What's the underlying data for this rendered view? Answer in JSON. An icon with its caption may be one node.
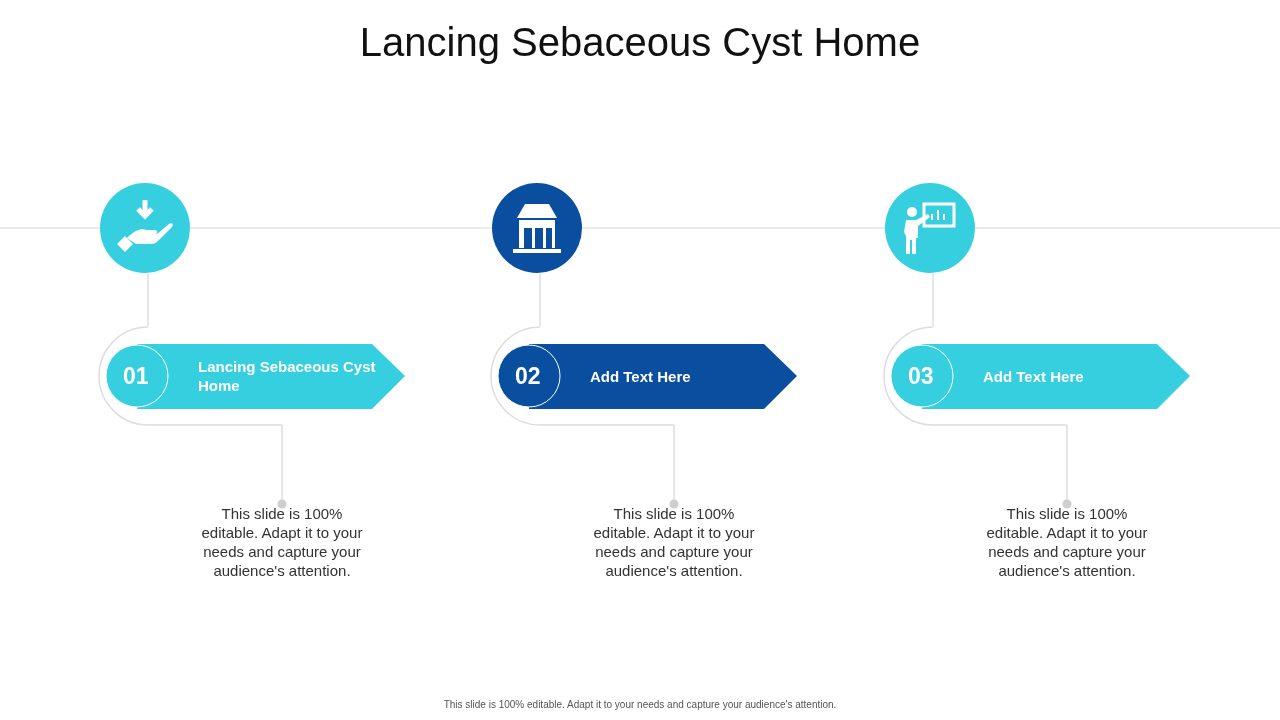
{
  "diagram": {
    "title": "Lancing Sebaceous Cyst Home",
    "caption": "This slide is 100% editable. Adapt it to your needs and capture your audience's attention.",
    "nodes": [
      {
        "text": [],
        "shape": "circle"
      },
      {
        "text": [
          "01",
          "Lancing Sebaceous Cyst Home"
        ]
      },
      {
        "text": [
          "This slide is 100% editable. Adapt it to your needs and capture your audience's attention."
        ]
      },
      {
        "text": [],
        "shape": "circle"
      },
      {
        "text": [
          "02",
          "Add Text Here"
        ]
      },
      {
        "text": [
          "This slide is 100% editable. Adapt it to your needs and capture your audience's attention."
        ]
      },
      {
        "text": [],
        "shape": "circle"
      },
      {
        "text": [
          "03",
          "Add Text Here"
        ]
      },
      {
        "text": [
          "This slide is 100% editable. Adapt it to your needs and capture your audience's attention."
        ]
      }
    ],
    "edges": [
      {
        "from": null,
        "to": 0,
        "arrow": "none"
      },
      {
        "from": 0,
        "to": 3,
        "arrow": "none"
      },
      {
        "from": 3,
        "to": 6,
        "arrow": "none"
      },
      {
        "from": 6,
        "to": null,
        "arrow": "none"
      },
      {
        "from": 0,
        "to": 1,
        "arrow": "none"
      },
      {
        "from": 1,
        "to": 2,
        "arrow": "other"
      },
      {
        "from": 3,
        "to": 4,
        "arrow": "none"
      },
      {
        "from": 4,
        "to": 5,
        "arrow": "other"
      },
      {
        "from": 6,
        "to": 7,
        "arrow": "none"
      },
      {
        "from": 7,
        "to": 8,
        "arrow": "other"
      }
    ]
  }
}
